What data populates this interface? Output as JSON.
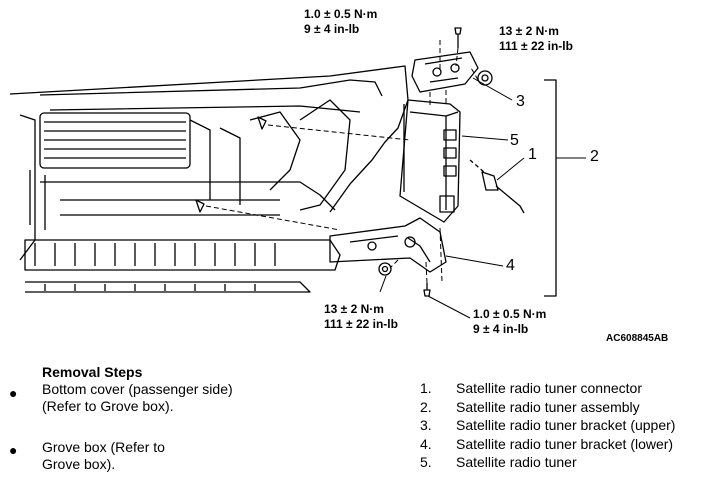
{
  "diagram": {
    "torque_top_left": {
      "line1": "1.0 ± 0.5 N·m",
      "line2": "9 ± 4 in-lb"
    },
    "torque_top_right": {
      "line1": "13 ± 2 N·m",
      "line2": "111 ± 22 in-lb"
    },
    "torque_bottom_left": {
      "line1": "13 ± 2 N·m",
      "line2": "111 ± 22 in-lb"
    },
    "torque_bottom_right": {
      "line1": "1.0 ± 0.5 N·m",
      "line2": "9 ± 4 in-lb"
    },
    "callouts": {
      "c1": "1",
      "c2": "2",
      "c3": "3",
      "c4": "4",
      "c5": "5"
    },
    "figure_id": "AC608845AB"
  },
  "removal": {
    "title": "Removal Steps",
    "steps": [
      {
        "text_a": "Bottom cover (passenger side)",
        "text_b_pre": "(Refer to ",
        "link": "Grove box",
        "text_b_post": ")."
      },
      {
        "text_a_pre": "Grove box (Refer to",
        "link": "Grove box",
        "text_b_post": ")."
      }
    ]
  },
  "parts": [
    {
      "num": "1.",
      "name": "Satellite radio tuner connector"
    },
    {
      "num": "2.",
      "name": "Satellite radio tuner assembly"
    },
    {
      "num": "3.",
      "name": "Satellite radio tuner bracket (upper)"
    },
    {
      "num": "4.",
      "name": "Satellite radio tuner bracket (lower)"
    },
    {
      "num": "5.",
      "name": "Satellite radio tuner"
    }
  ]
}
